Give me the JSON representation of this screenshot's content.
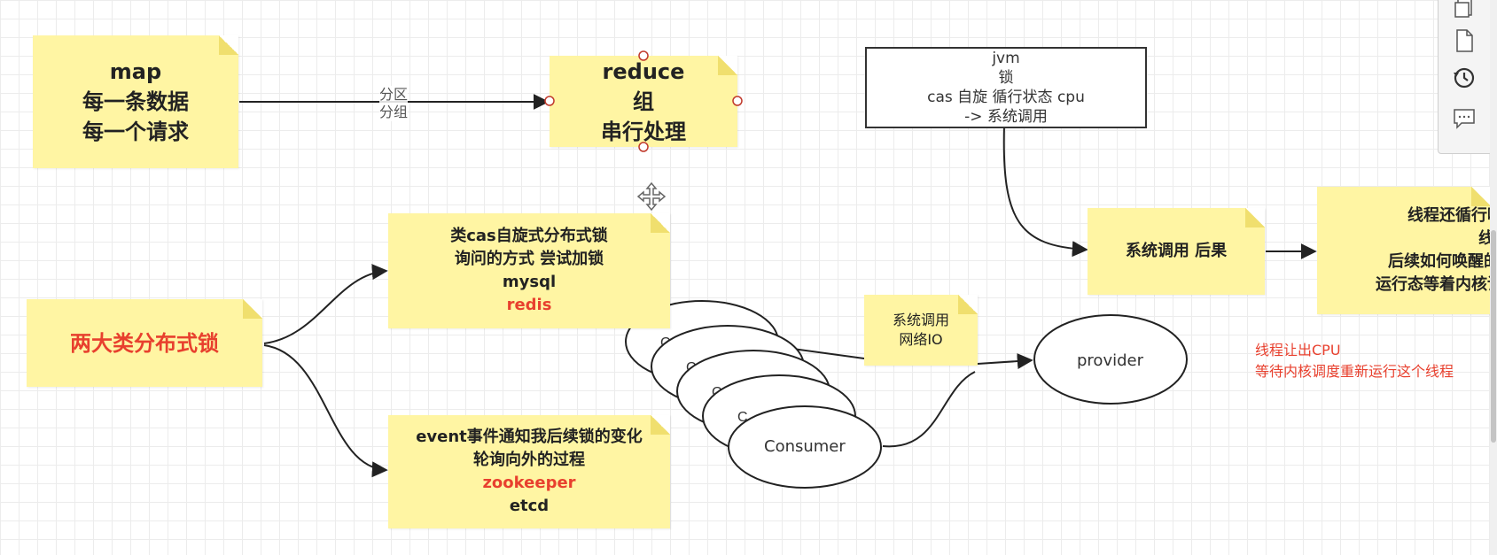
{
  "notes": {
    "map": [
      "map",
      "每一条数据",
      "每一个请求"
    ],
    "reduce": [
      "reduce",
      "组",
      "串行处理"
    ],
    "two_types": "两大类分布式锁",
    "cas": [
      "类cas自旋式分布式锁",
      "询问的方式  尝试加锁",
      "mysql",
      "redis"
    ],
    "event": [
      "event事件通知我后续锁的变化",
      "轮询向外的过程",
      "zookeeper",
      "etcd"
    ],
    "syscall_io": [
      "系统调用",
      "网络IO"
    ],
    "syscall_result": "系统调用  后果",
    "thread_note": [
      "线程还循行嘛",
      "线",
      "后续如何唤醒的",
      "运行态等着内核调"
    ]
  },
  "jvm_box": [
    "jvm",
    "锁",
    "cas 自旋  循行状态  cpu",
    "-> 系统调用"
  ],
  "edge_label_partition": [
    "分区",
    "分组"
  ],
  "ellipses": {
    "consumer": "Consumer",
    "provider": "provider",
    "hidden_marker": "C"
  },
  "red_text": [
    "线程让出CPU",
    "等待内核调度重新运行这个线程"
  ],
  "toolbar_icons": [
    "pages-icon",
    "page-icon",
    "history-icon",
    "comment-icon"
  ],
  "colors": {
    "note_fill": "#fff5a3",
    "accent_red": "#e8402e",
    "grid": "#ececec"
  }
}
